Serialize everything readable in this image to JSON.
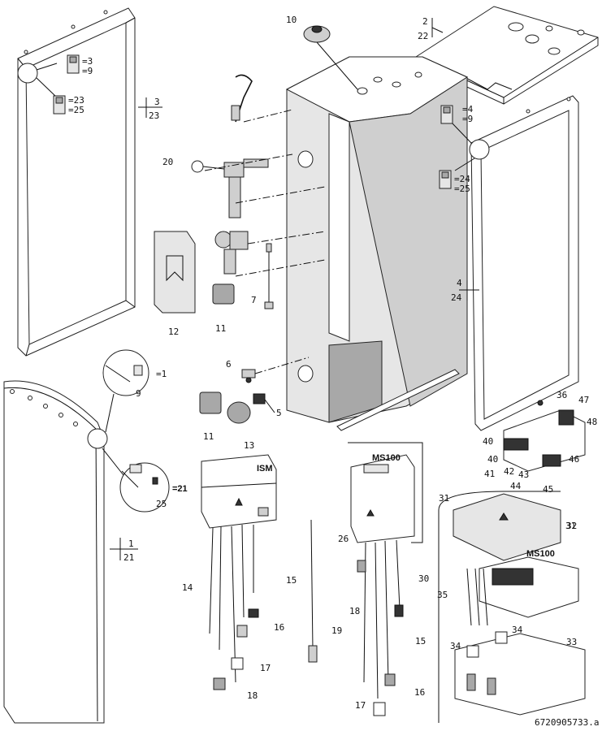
{
  "labels": {
    "n10": "10",
    "n2": "2",
    "n22": "22",
    "eq3": "=3",
    "eq9a": "=9",
    "eq23": "=23",
    "eq25a": "=25",
    "n3": "3",
    "n23": "23",
    "eq4": "=4",
    "eq9b": "=9",
    "eq24": "=24",
    "eq25b": "=25",
    "n20": "20",
    "n12": "12",
    "n11a": "11",
    "n7": "7",
    "n4": "4",
    "n24": "24",
    "eq1": "=1",
    "n9": "9",
    "n6": "6",
    "n11b": "11",
    "n5": "5",
    "n36": "36",
    "n47": "47",
    "n48": "48",
    "n40a": "40",
    "n41": "41",
    "n42": "42",
    "n43": "43",
    "n40b": "40",
    "n46": "46",
    "n44": "44",
    "n45": "45",
    "n13": "13",
    "ism": "ISM",
    "ms100a": "MS100",
    "n31a": "31",
    "n31b": "31",
    "n32": "32",
    "ms100b": "MS100",
    "eq21": "=21",
    "n25": "25",
    "n1": "1",
    "n21": "21",
    "n26": "26",
    "n14": "14",
    "n15a": "15",
    "n16a": "16",
    "n17a": "17",
    "n18a": "18",
    "n19": "19",
    "n18b": "18",
    "n30": "30",
    "n15b": "15",
    "n16b": "16",
    "n17b": "17",
    "n35": "35",
    "n34a": "34",
    "n34b": "34",
    "n33": "33",
    "docid": "6720905733.a"
  }
}
